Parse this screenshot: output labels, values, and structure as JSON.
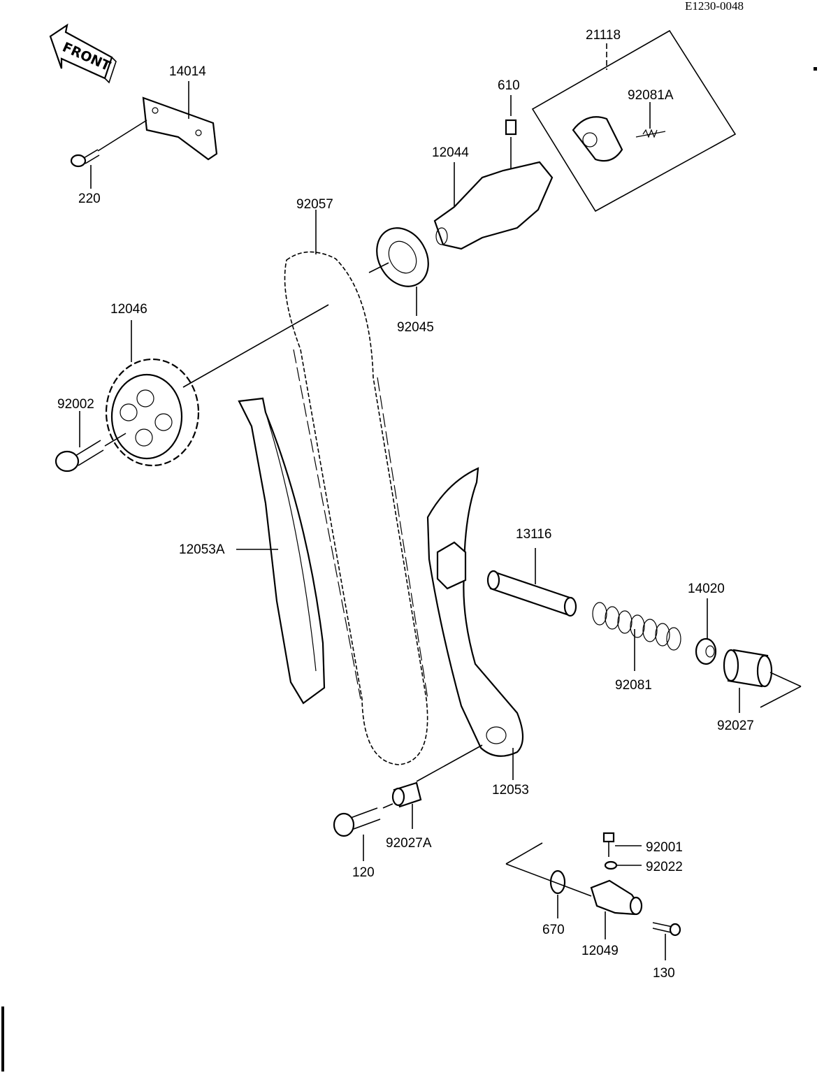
{
  "diagram": {
    "code": "E1230-0048",
    "front_label": "FRONT",
    "parts": {
      "p14014": "14014",
      "p220": "220",
      "p21118": "21118",
      "p610": "610",
      "p92081A": "92081A",
      "p12044": "12044",
      "p92057": "92057",
      "p92045": "92045",
      "p12046": "12046",
      "p92002": "92002",
      "p12053A": "12053A",
      "p13116": "13116",
      "p14020": "14020",
      "p92081": "92081",
      "p92027": "92027",
      "p12053": "12053",
      "p92027A": "92027A",
      "p120": "120",
      "p92001": "92001",
      "p92022": "92022",
      "p670": "670",
      "p12049": "12049",
      "p130": "130"
    }
  }
}
